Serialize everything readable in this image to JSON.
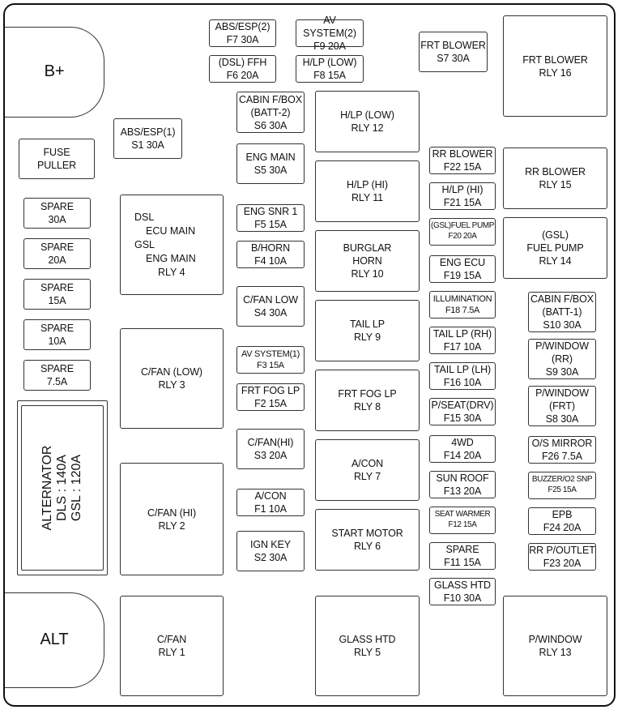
{
  "terminals": {
    "b_plus": "B+",
    "alt": "ALT"
  },
  "left": {
    "fuse_puller": "FUSE\nPULLER",
    "spares": [
      "SPARE\n30A",
      "SPARE\n20A",
      "SPARE\n15A",
      "SPARE\n10A",
      "SPARE\n7.5A"
    ],
    "alternator": "ALTERNATOR\nDLS : 140A\nGSL : 120A"
  },
  "col_a": {
    "abs_esp_1": "ABS/ESP(1)\nS1 30A",
    "dsl_lines": [
      "DSL",
      "ECU MAIN",
      "GSL",
      "ENG MAIN",
      "RLY 4"
    ],
    "cfan_low_rly3": "C/FAN (LOW)\nRLY 3",
    "cfan_hi_rly2": "C/FAN (HI)\nRLY 2",
    "cfan_rly1": "C/FAN\nRLY 1"
  },
  "top": {
    "abs_esp_2": "ABS/ESP(2)\nF7 30A",
    "av_system_2": "AV SYSTEM(2)\nF9 20A",
    "dsl_ffh": "(DSL) FFH\nF6 20A",
    "hlp_low_f8": "H/LP (LOW)\nF8 15A",
    "frt_blower_s7": "FRT BLOWER\nS7 30A"
  },
  "col_b": {
    "cabin_fbox_2": "CABIN F/BOX\n(BATT-2)\nS6 30A",
    "eng_main": "ENG MAIN\nS5 30A",
    "eng_snr_1": "ENG SNR 1\nF5 15A",
    "b_horn": "B/HORN\nF4 10A",
    "cfan_low_s4": "C/FAN LOW\nS4 30A",
    "av_system_1": "AV SYSTEM(1)\nF3 15A",
    "frt_fog_f2": "FRT FOG LP\nF2 15A",
    "cfan_hi_s3": "C/FAN(HI)\nS3 20A",
    "acon_f1": "A/CON\nF1 10A",
    "ign_key": "IGN KEY\nS2 30A"
  },
  "col_c": {
    "hlp_low_rly12": "H/LP (LOW)\nRLY 12",
    "hlp_hi_rly11": "H/LP (HI)\nRLY 11",
    "burglar_rly10": "BURGLAR\nHORN\nRLY 10",
    "tail_rly9": "TAIL LP\nRLY 9",
    "frt_fog_rly8": "FRT FOG LP\nRLY 8",
    "acon_rly7": "A/CON\nRLY 7",
    "start_rly6": "START MOTOR\nRLY 6",
    "glass_rly5": "GLASS HTD\nRLY 5"
  },
  "col_d": {
    "rr_blower_f22": "RR BLOWER\nF22 15A",
    "hlp_hi_f21": "H/LP (HI)\nF21 15A",
    "gsl_fuel_f20": "(GSL)FUEL PUMP\nF20 20A",
    "eng_ecu_f19": "ENG ECU\nF19 15A",
    "illum_f18": "ILLUMINATION\nF18 7.5A",
    "tail_rh_f17": "TAIL LP (RH)\nF17 10A",
    "tail_lh_f16": "TAIL LP (LH)\nF16 10A",
    "pseat_f15": "P/SEAT(DRV)\nF15 30A",
    "fourwd_f14": "4WD\nF14 20A",
    "sunroof_f13": "SUN ROOF\nF13 20A",
    "seat_warmer_f12": "SEAT WARMER\nF12 15A",
    "spare_f11": "SPARE\nF11 15A",
    "glass_f10": "GLASS HTD\nF10 30A"
  },
  "col_e": {
    "frt_blower_rly16": "FRT BLOWER\nRLY 16",
    "rr_blower_rly15": "RR BLOWER\nRLY 15",
    "gsl_fuel_rly14": "(GSL)\nFUEL PUMP\nRLY 14",
    "cabin_fbox_1": "CABIN F/BOX\n(BATT-1)\nS10 30A",
    "pwindow_rr": "P/WINDOW\n(RR)\nS9 30A",
    "pwindow_frt": "P/WINDOW\n(FRT)\nS8 30A",
    "os_mirror": "O/S MIRROR\nF26 7.5A",
    "buzzer_o2": "BUZZER/O2 SNP\nF25 15A",
    "epb": "EPB\nF24 20A",
    "rr_outlet": "RR P/OUTLET\nF23 20A",
    "pwindow_rly13": "P/WINDOW\nRLY 13"
  }
}
